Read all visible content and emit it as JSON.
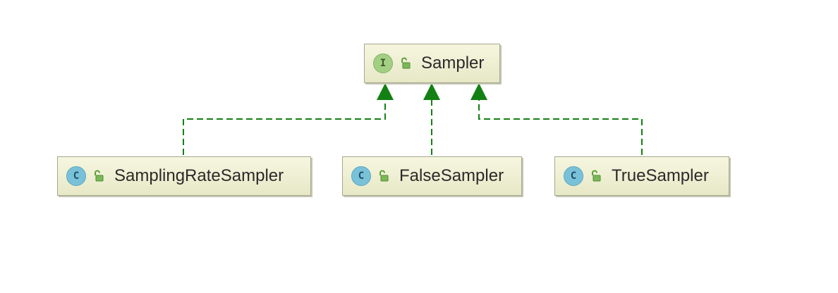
{
  "diagram": {
    "interface_node": {
      "badge": "I",
      "name": "Sampler"
    },
    "class_nodes": [
      {
        "badge": "C",
        "name": "SamplingRateSampler"
      },
      {
        "badge": "C",
        "name": "FalseSampler"
      },
      {
        "badge": "C",
        "name": "TrueSampler"
      }
    ],
    "relationship": "implements",
    "colors": {
      "edge": "#138013",
      "interface_badge": "#a3cf83",
      "class_badge": "#78c1d9",
      "node_fill": "#eeefd2"
    },
    "icons": [
      "interface-icon",
      "class-icon",
      "unlock-icon"
    ]
  }
}
